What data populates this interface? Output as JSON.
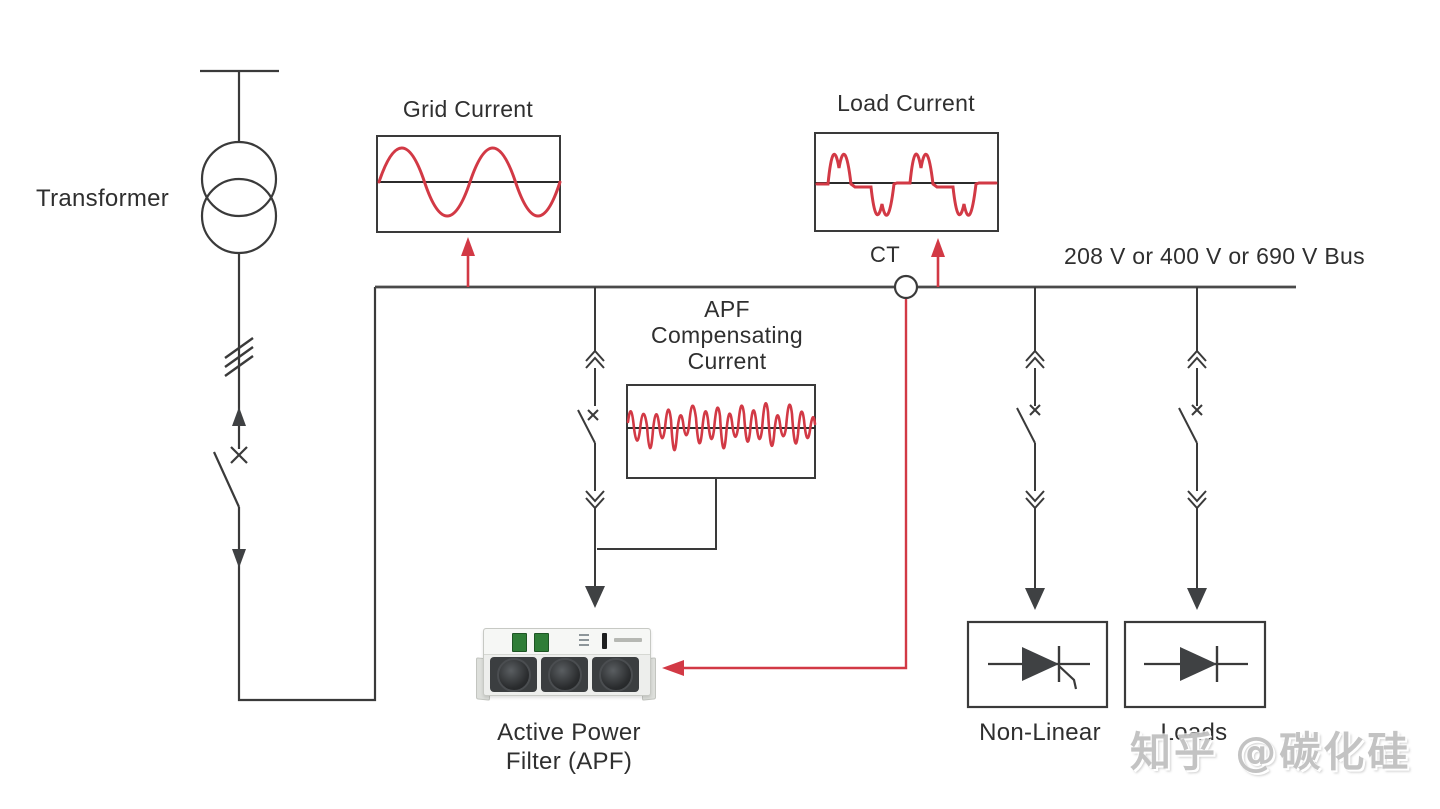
{
  "labels": {
    "transformer": "Transformer",
    "grid_current": "Grid Current",
    "load_current": "Load Current",
    "ct": "CT",
    "bus": "208 V or 400 V or 690 V Bus",
    "apf_compensating": {
      "line1": "APF",
      "line2": "Compensating",
      "line3": "Current"
    },
    "apf_device": {
      "line1": "Active Power",
      "line2": "Filter (APF)"
    },
    "non_linear": "Non-Linear",
    "loads": "Loads"
  },
  "watermark": "知乎 @碳化硅",
  "icons": {
    "transformer_symbol": "two-overlapping-circles",
    "ct_sensor": "circle-on-bus",
    "breaker_switch": "disconnect-blade-with-x",
    "drawout_chevrons": "double-chevron",
    "non_linear_device": "thyristor",
    "load_device": "diode"
  },
  "colors": {
    "line": "#3a3a3a",
    "bus": "#4a4a4a",
    "waveform_red": "#d23945",
    "background": "#ffffff",
    "watermark_gray": "#b9b9b9"
  }
}
